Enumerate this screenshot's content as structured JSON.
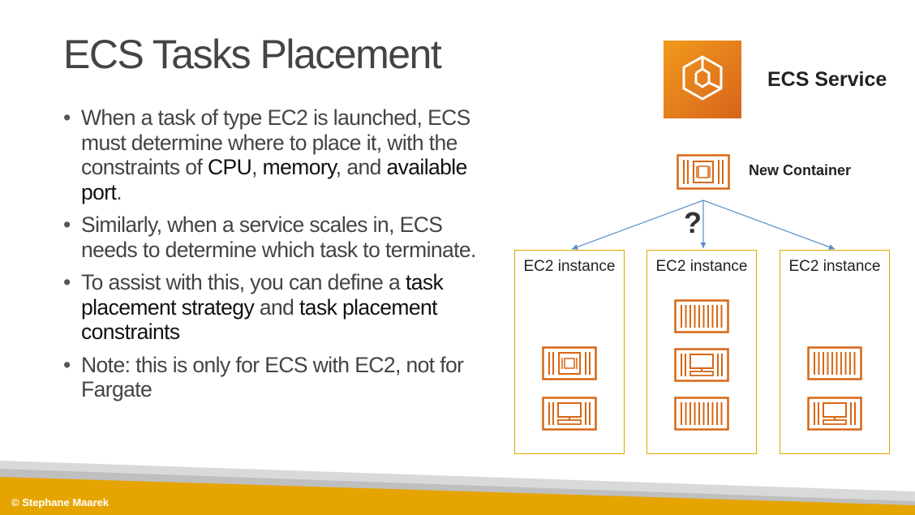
{
  "title": "ECS Tasks Placement",
  "bullets": [
    {
      "parts": [
        {
          "text": "When a task of type EC2 is launched, ECS must determine where to place it, with the constraints of ",
          "em": false
        },
        {
          "text": "CPU",
          "em": true
        },
        {
          "text": ", ",
          "em": false
        },
        {
          "text": "memory",
          "em": true
        },
        {
          "text": ", and ",
          "em": false
        },
        {
          "text": "available port",
          "em": true
        },
        {
          "text": ".",
          "em": false
        }
      ]
    },
    {
      "parts": [
        {
          "text": "Similarly, when a service scales in, ECS needs to determine which task to terminate.",
          "em": false
        }
      ]
    },
    {
      "parts": [
        {
          "text": "To assist with this, you can define a ",
          "em": false
        },
        {
          "text": "task placement strategy",
          "em": true
        },
        {
          "text": " and ",
          "em": false
        },
        {
          "text": "task placement constraints",
          "em": true
        }
      ]
    },
    {
      "parts": [
        {
          "text": "Note: this is only for ECS with EC2, not for Fargate",
          "em": false
        }
      ]
    }
  ],
  "diagram": {
    "service_label": "ECS Service",
    "new_container_label": "New Container",
    "question_mark": "?",
    "instances": [
      {
        "label": "EC2 instance",
        "containers": [
          "chip",
          "monitor"
        ]
      },
      {
        "label": "EC2 instance",
        "containers": [
          "barcode",
          "monitor",
          "barcode"
        ]
      },
      {
        "label": "EC2 instance",
        "containers": [
          "barcode",
          "monitor"
        ]
      }
    ]
  },
  "colors": {
    "aws_orange": "#d86613",
    "box_border": "#e0a800",
    "arrow": "#5b8fc9",
    "footer_gold": "#e6a400",
    "footer_gray": "#cccccc"
  },
  "footer": {
    "copyright": "© Stephane Maarek"
  }
}
